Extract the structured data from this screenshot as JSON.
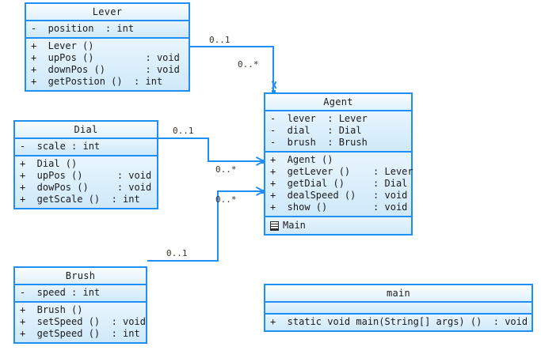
{
  "diagram": {
    "type": "uml-class-diagram",
    "accent_color": "#1e90f5",
    "fill_color": "#cfe9fa",
    "label_color": "#3a3226",
    "background": "#ffffff"
  },
  "classes": {
    "lever": {
      "name": "Lever",
      "attributes": [
        "-  position  : int"
      ],
      "methods": [
        "+  Lever ()",
        "+  upPos ()         : void",
        "+  downPos ()       : void",
        "+  getPostion ()  : int"
      ]
    },
    "dial": {
      "name": "Dial",
      "attributes": [
        "-  scale : int"
      ],
      "methods": [
        "+  Dial ()",
        "+  upPos ()      : void",
        "+  dowPos ()     : void",
        "+  getScale ()  : int"
      ]
    },
    "brush": {
      "name": "Brush",
      "attributes": [
        "-  speed : int"
      ],
      "methods": [
        "+  Brush ()",
        "+  setSpeed ()  : void",
        "+  getSpeed ()  : int"
      ]
    },
    "agent": {
      "name": "Agent",
      "attributes": [
        "-  lever  : Lever",
        "-  dial   : Dial",
        "-  brush  : Brush"
      ],
      "methods": [
        "+  Agent ()",
        "+  getLever ()    : Lever",
        "+  getDial ()     : Dial",
        "+  dealSpeed ()   : void",
        "+  show ()        : void"
      ],
      "nested": {
        "label": "Main",
        "icon": "class-icon"
      }
    },
    "main": {
      "name": "main",
      "attributes": [],
      "methods": [
        "+  static void main(String[] args) ()  : void"
      ]
    }
  },
  "associations": [
    {
      "id": "lever-agent",
      "source": "Lever",
      "target": "Agent",
      "source_multiplicity": "0..1",
      "target_multiplicity": "0..*"
    },
    {
      "id": "dial-agent",
      "source": "Dial",
      "target": "Agent",
      "source_multiplicity": "0..1",
      "target_multiplicity": "0..*"
    },
    {
      "id": "brush-agent",
      "source": "Brush",
      "target": "Agent",
      "source_multiplicity": "0..1",
      "target_multiplicity": "0..*"
    }
  ]
}
